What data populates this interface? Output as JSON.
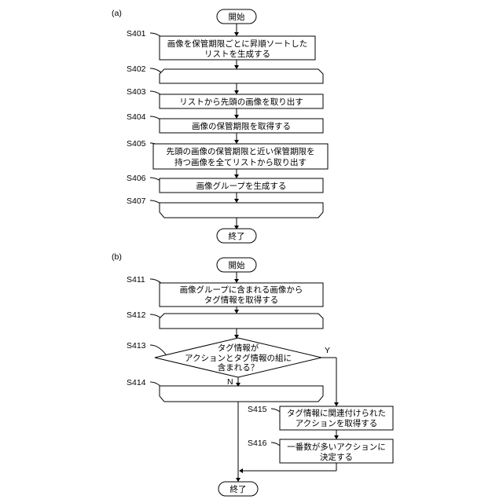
{
  "part_a": {
    "label": "(a)",
    "start": "開始",
    "end": "終了",
    "steps": [
      {
        "id": "S401",
        "lines": [
          "画像を保管期限ごとに昇順ソートした",
          "リストを生成する"
        ]
      },
      {
        "id": "S402",
        "lines": []
      },
      {
        "id": "S403",
        "lines": [
          "リストから先頭の画像を取り出す"
        ]
      },
      {
        "id": "S404",
        "lines": [
          "画像の保管期限を取得する"
        ]
      },
      {
        "id": "S405",
        "lines": [
          "先頭の画像の保管期限と近い保管期限を",
          "持つ画像を全てリストから取り出す"
        ]
      },
      {
        "id": "S406",
        "lines": [
          "画像グループを生成する"
        ]
      },
      {
        "id": "S407",
        "lines": []
      }
    ]
  },
  "part_b": {
    "label": "(b)",
    "start": "開始",
    "end": "終了",
    "steps": [
      {
        "id": "S411",
        "lines": [
          "画像グループに含まれる画像から",
          "タグ情報を取得する"
        ]
      },
      {
        "id": "S412",
        "lines": []
      },
      {
        "id": "S413",
        "lines": [
          "タグ情報が",
          "アクションとタグ情報の組に",
          "含まれる？"
        ]
      },
      {
        "id": "S414",
        "lines": []
      },
      {
        "id": "S415",
        "lines": [
          "タグ情報に関連付けられた",
          "アクションを取得する"
        ]
      },
      {
        "id": "S416",
        "lines": [
          "一番数が多いアクションに",
          "決定する"
        ]
      }
    ],
    "yes_label": "Y",
    "no_label": "N"
  }
}
